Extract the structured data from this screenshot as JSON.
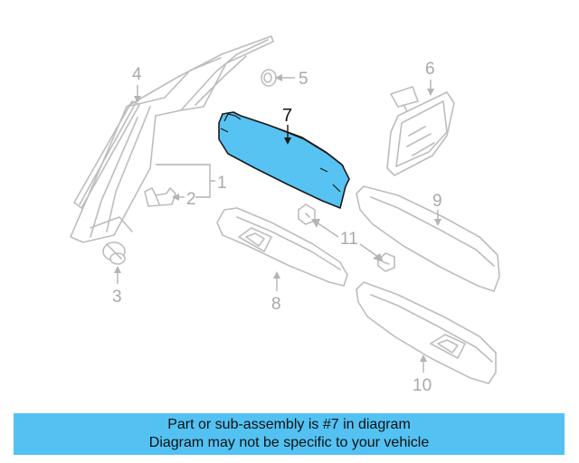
{
  "callouts": {
    "c1": "1",
    "c2": "2",
    "c3": "3",
    "c4": "4",
    "c5": "5",
    "c6": "6",
    "c7": "7",
    "c8": "8",
    "c9": "9",
    "c10": "10",
    "c11": "11"
  },
  "highlighted_part": "7",
  "colors": {
    "highlight": "#57c3f3",
    "banner": "#53c2f3",
    "ghost_lines": "#bdbdbd"
  },
  "banner": {
    "line1": "Part or sub-assembly is #7 in diagram",
    "line2": "Diagram may not be specific to your vehicle"
  }
}
